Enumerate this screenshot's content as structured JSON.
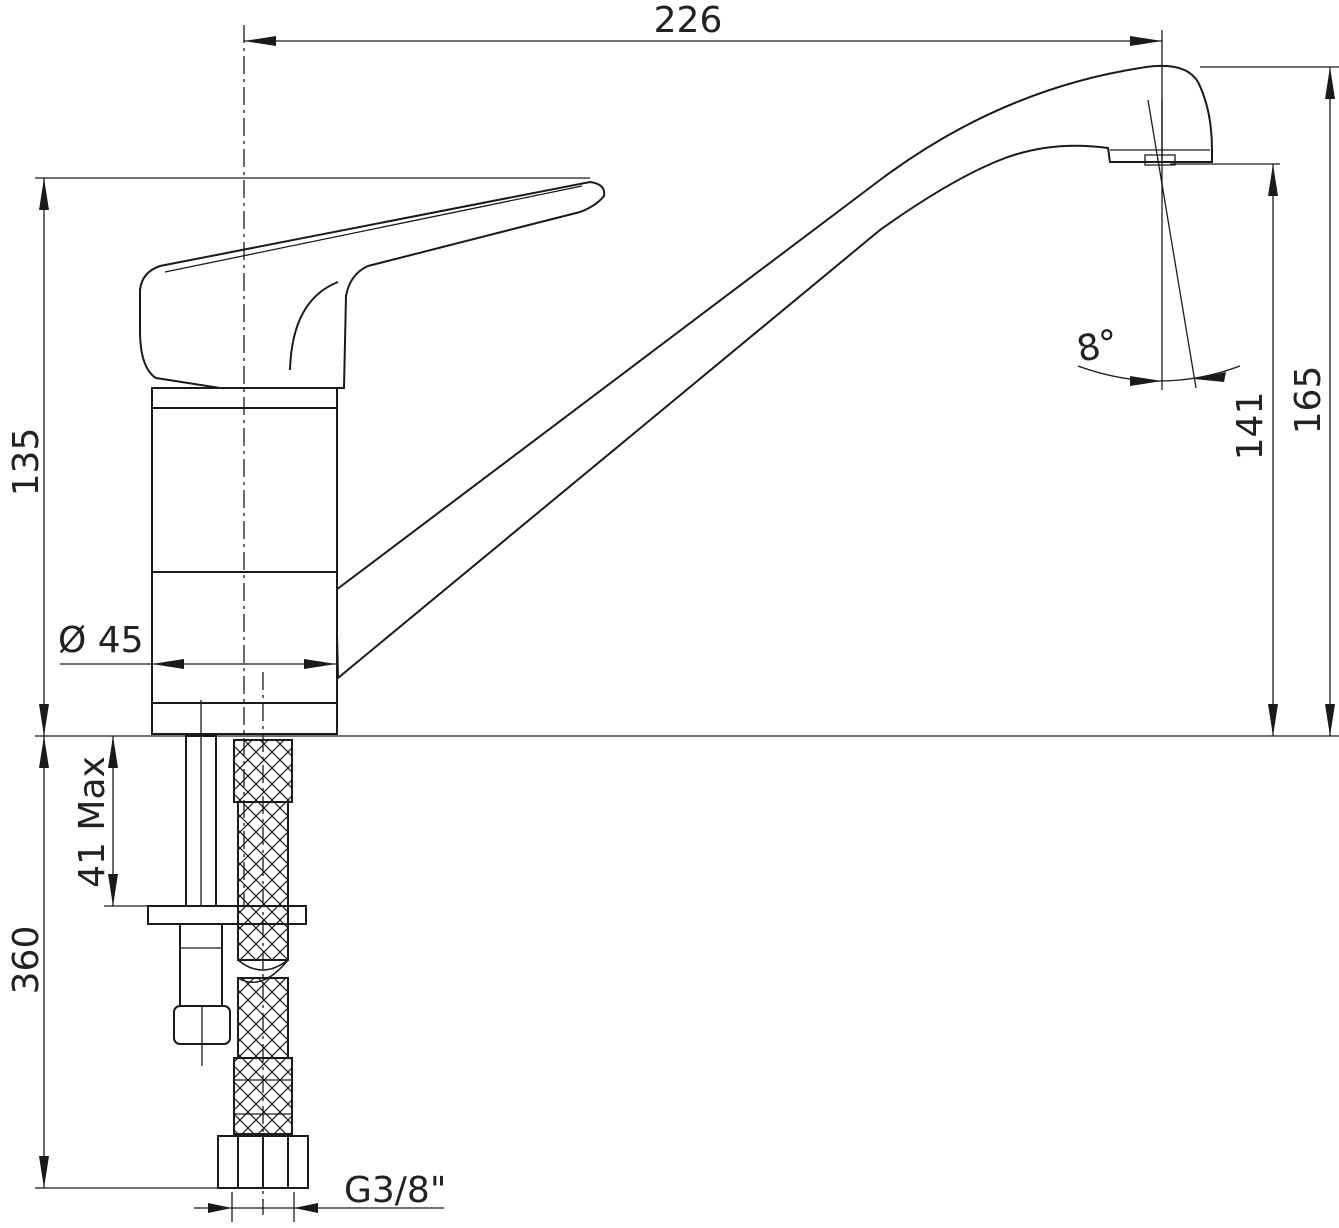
{
  "drawing": {
    "dimensions": {
      "spout_reach": "226",
      "body_height": "135",
      "outlet_height": "141",
      "total_height": "165",
      "hose_length": "360",
      "deck_thickness": "41 Max",
      "body_diameter": "Ø 45",
      "aerator_angle": "8°",
      "connection_thread": "G3/8\""
    }
  }
}
